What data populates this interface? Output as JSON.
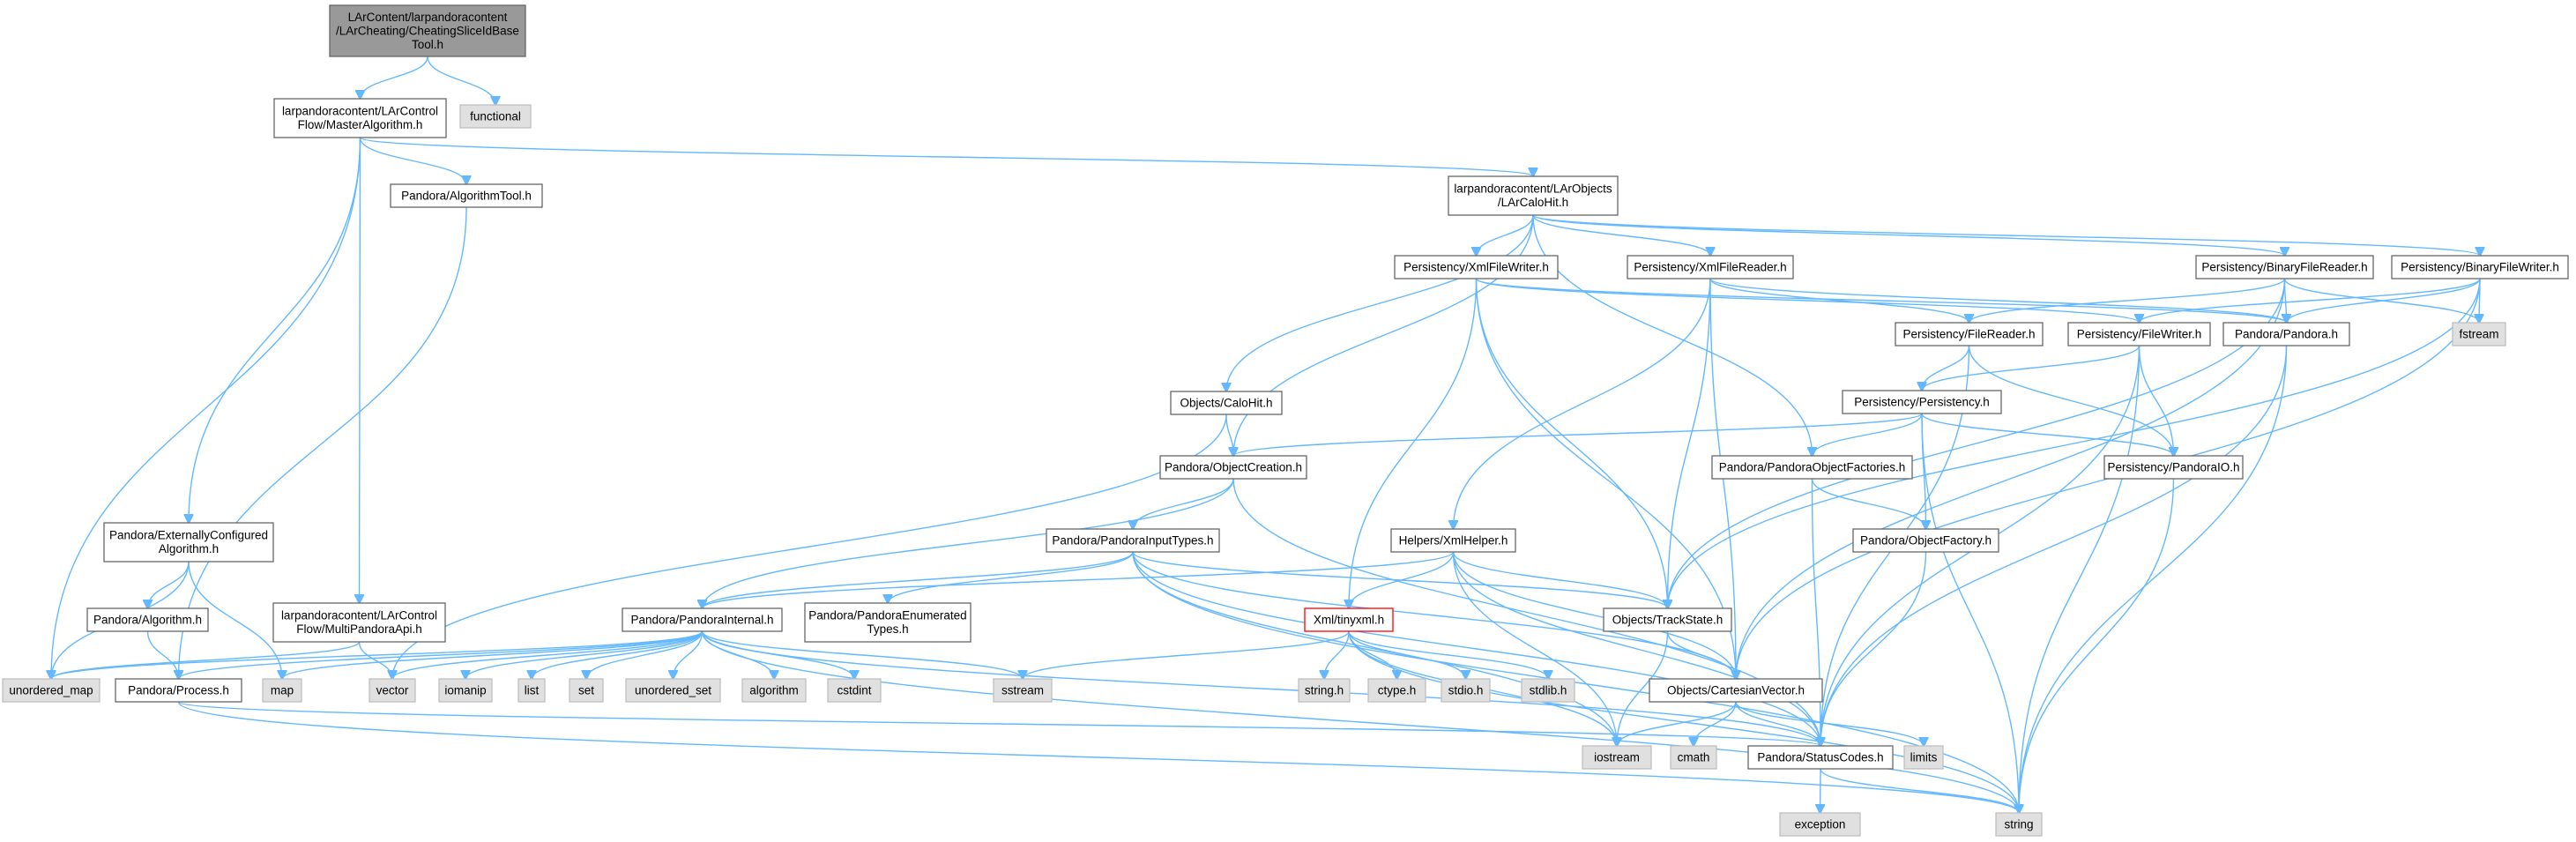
{
  "diagram": {
    "type": "include-dependency-graph",
    "colors": {
      "edge": "#63b8ff",
      "root_fill": "#999999",
      "documented_fill": "#ffffff",
      "external_fill": "#e0e0e0",
      "error_border": "#ff0000",
      "border": "#666666"
    },
    "nodes": [
      {
        "id": "root",
        "kind": "root",
        "lines": [
          "LArContent/larpandoracontent",
          "/LArCheating/CheatingSliceIdBase",
          "Tool.h"
        ]
      },
      {
        "id": "functional",
        "kind": "external",
        "lines": [
          "functional"
        ]
      },
      {
        "id": "master",
        "kind": "doc",
        "lines": [
          "larpandoracontent/LArControl",
          "Flow/MasterAlgorithm.h"
        ]
      },
      {
        "id": "algtool",
        "kind": "doc",
        "lines": [
          "Pandora/AlgorithmTool.h"
        ]
      },
      {
        "id": "calohit",
        "kind": "doc",
        "lines": [
          "larpandoracontent/LArObjects",
          "/LArCaloHit.h"
        ]
      },
      {
        "id": "xmlwriter",
        "kind": "doc",
        "lines": [
          "Persistency/XmlFileWriter.h"
        ]
      },
      {
        "id": "xmlreader",
        "kind": "doc",
        "lines": [
          "Persistency/XmlFileReader.h"
        ]
      },
      {
        "id": "binreader",
        "kind": "doc",
        "lines": [
          "Persistency/BinaryFileReader.h"
        ]
      },
      {
        "id": "binwriter",
        "kind": "doc",
        "lines": [
          "Persistency/BinaryFileWriter.h"
        ]
      },
      {
        "id": "filereader",
        "kind": "doc",
        "lines": [
          "Persistency/FileReader.h"
        ]
      },
      {
        "id": "filewriter",
        "kind": "doc",
        "lines": [
          "Persistency/FileWriter.h"
        ]
      },
      {
        "id": "pandora",
        "kind": "doc",
        "lines": [
          "Pandora/Pandora.h"
        ]
      },
      {
        "id": "fstream",
        "kind": "external",
        "lines": [
          "fstream"
        ]
      },
      {
        "id": "objcalohit",
        "kind": "doc",
        "lines": [
          "Objects/CaloHit.h"
        ]
      },
      {
        "id": "persistency",
        "kind": "doc",
        "lines": [
          "Persistency/Persistency.h"
        ]
      },
      {
        "id": "objcreation",
        "kind": "doc",
        "lines": [
          "Pandora/ObjectCreation.h"
        ]
      },
      {
        "id": "objfactories",
        "kind": "doc",
        "lines": [
          "Pandora/PandoraObjectFactories.h"
        ]
      },
      {
        "id": "pandoraio",
        "kind": "doc",
        "lines": [
          "Persistency/PandoraIO.h"
        ]
      },
      {
        "id": "extconfig",
        "kind": "doc",
        "lines": [
          "Pandora/ExternallyConfigured",
          "Algorithm.h"
        ]
      },
      {
        "id": "inputtypes",
        "kind": "doc",
        "lines": [
          "Pandora/PandoraInputTypes.h"
        ]
      },
      {
        "id": "xmlhelper",
        "kind": "doc",
        "lines": [
          "Helpers/XmlHelper.h"
        ]
      },
      {
        "id": "objfactory",
        "kind": "doc",
        "lines": [
          "Pandora/ObjectFactory.h"
        ]
      },
      {
        "id": "algorithm_h",
        "kind": "doc",
        "lines": [
          "Pandora/Algorithm.h"
        ]
      },
      {
        "id": "multiapi",
        "kind": "doc",
        "lines": [
          "larpandoracontent/LArControl",
          "Flow/MultiPandoraApi.h"
        ]
      },
      {
        "id": "internal",
        "kind": "doc",
        "lines": [
          "Pandora/PandoraInternal.h"
        ]
      },
      {
        "id": "enumtypes",
        "kind": "doc",
        "lines": [
          "Pandora/PandoraEnumerated",
          "Types.h"
        ]
      },
      {
        "id": "tinyxml",
        "kind": "error",
        "lines": [
          "Xml/tinyxml.h"
        ]
      },
      {
        "id": "trackstate",
        "kind": "doc",
        "lines": [
          "Objects/TrackState.h"
        ]
      },
      {
        "id": "unordered_map",
        "kind": "external",
        "lines": [
          "unordered_map"
        ]
      },
      {
        "id": "process",
        "kind": "doc",
        "lines": [
          "Pandora/Process.h"
        ]
      },
      {
        "id": "map",
        "kind": "external",
        "lines": [
          "map"
        ]
      },
      {
        "id": "vector",
        "kind": "external",
        "lines": [
          "vector"
        ]
      },
      {
        "id": "iomanip",
        "kind": "external",
        "lines": [
          "iomanip"
        ]
      },
      {
        "id": "list",
        "kind": "external",
        "lines": [
          "list"
        ]
      },
      {
        "id": "set",
        "kind": "external",
        "lines": [
          "set"
        ]
      },
      {
        "id": "unordered_set",
        "kind": "external",
        "lines": [
          "unordered_set"
        ]
      },
      {
        "id": "algorithm",
        "kind": "external",
        "lines": [
          "algorithm"
        ]
      },
      {
        "id": "cstdint",
        "kind": "external",
        "lines": [
          "cstdint"
        ]
      },
      {
        "id": "sstream",
        "kind": "external",
        "lines": [
          "sstream"
        ]
      },
      {
        "id": "string_h",
        "kind": "external",
        "lines": [
          "string.h"
        ]
      },
      {
        "id": "ctype_h",
        "kind": "external",
        "lines": [
          "ctype.h"
        ]
      },
      {
        "id": "stdio_h",
        "kind": "external",
        "lines": [
          "stdio.h"
        ]
      },
      {
        "id": "stdlib_h",
        "kind": "external",
        "lines": [
          "stdlib.h"
        ]
      },
      {
        "id": "cartesian",
        "kind": "doc",
        "lines": [
          "Objects/CartesianVector.h"
        ]
      },
      {
        "id": "iostream",
        "kind": "external",
        "lines": [
          "iostream"
        ]
      },
      {
        "id": "cmath",
        "kind": "external",
        "lines": [
          "cmath"
        ]
      },
      {
        "id": "statuscodes",
        "kind": "doc",
        "lines": [
          "Pandora/StatusCodes.h"
        ]
      },
      {
        "id": "limits",
        "kind": "external",
        "lines": [
          "limits"
        ]
      },
      {
        "id": "exception",
        "kind": "external",
        "lines": [
          "exception"
        ]
      },
      {
        "id": "string",
        "kind": "external",
        "lines": [
          "string"
        ]
      }
    ],
    "edges": [
      [
        "root",
        "master"
      ],
      [
        "root",
        "functional"
      ],
      [
        "master",
        "algtool"
      ],
      [
        "master",
        "calohit"
      ],
      [
        "master",
        "extconfig"
      ],
      [
        "master",
        "multiapi"
      ],
      [
        "master",
        "unordered_map"
      ],
      [
        "algtool",
        "process"
      ],
      [
        "calohit",
        "objcalohit"
      ],
      [
        "calohit",
        "objcreation"
      ],
      [
        "calohit",
        "objfactories"
      ],
      [
        "calohit",
        "xmlwriter"
      ],
      [
        "calohit",
        "xmlreader"
      ],
      [
        "calohit",
        "binreader"
      ],
      [
        "calohit",
        "binwriter"
      ],
      [
        "xmlwriter",
        "filewriter"
      ],
      [
        "xmlwriter",
        "pandora"
      ],
      [
        "xmlwriter",
        "tinyxml"
      ],
      [
        "xmlwriter",
        "trackstate"
      ],
      [
        "xmlwriter",
        "cartesian"
      ],
      [
        "xmlreader",
        "filereader"
      ],
      [
        "xmlreader",
        "pandora"
      ],
      [
        "xmlreader",
        "xmlhelper"
      ],
      [
        "xmlreader",
        "trackstate"
      ],
      [
        "xmlreader",
        "cartesian"
      ],
      [
        "binreader",
        "filereader"
      ],
      [
        "binreader",
        "pandora"
      ],
      [
        "binreader",
        "fstream"
      ],
      [
        "binreader",
        "trackstate"
      ],
      [
        "binreader",
        "cartesian"
      ],
      [
        "binwriter",
        "filewriter"
      ],
      [
        "binwriter",
        "pandora"
      ],
      [
        "binwriter",
        "fstream"
      ],
      [
        "binwriter",
        "trackstate"
      ],
      [
        "binwriter",
        "cartesian"
      ],
      [
        "filereader",
        "persistency"
      ],
      [
        "filereader",
        "pandoraio"
      ],
      [
        "filereader",
        "statuscodes"
      ],
      [
        "filewriter",
        "persistency"
      ],
      [
        "filewriter",
        "pandoraio"
      ],
      [
        "filewriter",
        "statuscodes"
      ],
      [
        "filewriter",
        "string"
      ],
      [
        "pandora",
        "statuscodes"
      ],
      [
        "pandora",
        "string"
      ],
      [
        "persistency",
        "objcreation"
      ],
      [
        "persistency",
        "objfactories"
      ],
      [
        "persistency",
        "objfactory"
      ],
      [
        "persistency",
        "pandoraio"
      ],
      [
        "persistency",
        "string"
      ],
      [
        "objcalohit",
        "objcreation"
      ],
      [
        "objcalohit",
        "vector"
      ],
      [
        "objcreation",
        "inputtypes"
      ],
      [
        "objcreation",
        "internal"
      ],
      [
        "objcreation",
        "statuscodes"
      ],
      [
        "objfactories",
        "objfactory"
      ],
      [
        "objfactories",
        "statuscodes"
      ],
      [
        "objfactory",
        "statuscodes"
      ],
      [
        "pandoraio",
        "string"
      ],
      [
        "extconfig",
        "algorithm_h"
      ],
      [
        "extconfig",
        "unordered_map"
      ],
      [
        "extconfig",
        "map"
      ],
      [
        "algorithm_h",
        "process"
      ],
      [
        "multiapi",
        "unordered_map"
      ],
      [
        "multiapi",
        "vector"
      ],
      [
        "inputtypes",
        "enumtypes"
      ],
      [
        "inputtypes",
        "internal"
      ],
      [
        "inputtypes",
        "trackstate"
      ],
      [
        "inputtypes",
        "cartesian"
      ],
      [
        "inputtypes",
        "statuscodes"
      ],
      [
        "inputtypes",
        "string"
      ],
      [
        "inputtypes",
        "iostream"
      ],
      [
        "xmlhelper",
        "internal"
      ],
      [
        "xmlhelper",
        "tinyxml"
      ],
      [
        "xmlhelper",
        "trackstate"
      ],
      [
        "xmlhelper",
        "cartesian"
      ],
      [
        "xmlhelper",
        "statuscodes"
      ],
      [
        "xmlhelper",
        "iostream"
      ],
      [
        "internal",
        "process"
      ],
      [
        "internal",
        "map"
      ],
      [
        "internal",
        "vector"
      ],
      [
        "internal",
        "iomanip"
      ],
      [
        "internal",
        "list"
      ],
      [
        "internal",
        "set"
      ],
      [
        "internal",
        "unordered_set"
      ],
      [
        "internal",
        "algorithm"
      ],
      [
        "internal",
        "cstdint"
      ],
      [
        "internal",
        "sstream"
      ],
      [
        "internal",
        "unordered_map"
      ],
      [
        "internal",
        "string"
      ],
      [
        "internal",
        "statuscodes"
      ],
      [
        "process",
        "statuscodes"
      ],
      [
        "process",
        "string"
      ],
      [
        "tinyxml",
        "string_h"
      ],
      [
        "tinyxml",
        "ctype_h"
      ],
      [
        "tinyxml",
        "stdio_h"
      ],
      [
        "tinyxml",
        "stdlib_h"
      ],
      [
        "tinyxml",
        "sstream"
      ],
      [
        "tinyxml",
        "iostream"
      ],
      [
        "tinyxml",
        "string"
      ],
      [
        "trackstate",
        "cartesian"
      ],
      [
        "trackstate",
        "iostream"
      ],
      [
        "cartesian",
        "iostream"
      ],
      [
        "cartesian",
        "cmath"
      ],
      [
        "cartesian",
        "statuscodes"
      ],
      [
        "cartesian",
        "limits"
      ],
      [
        "statuscodes",
        "exception"
      ],
      [
        "statuscodes",
        "string"
      ]
    ]
  }
}
